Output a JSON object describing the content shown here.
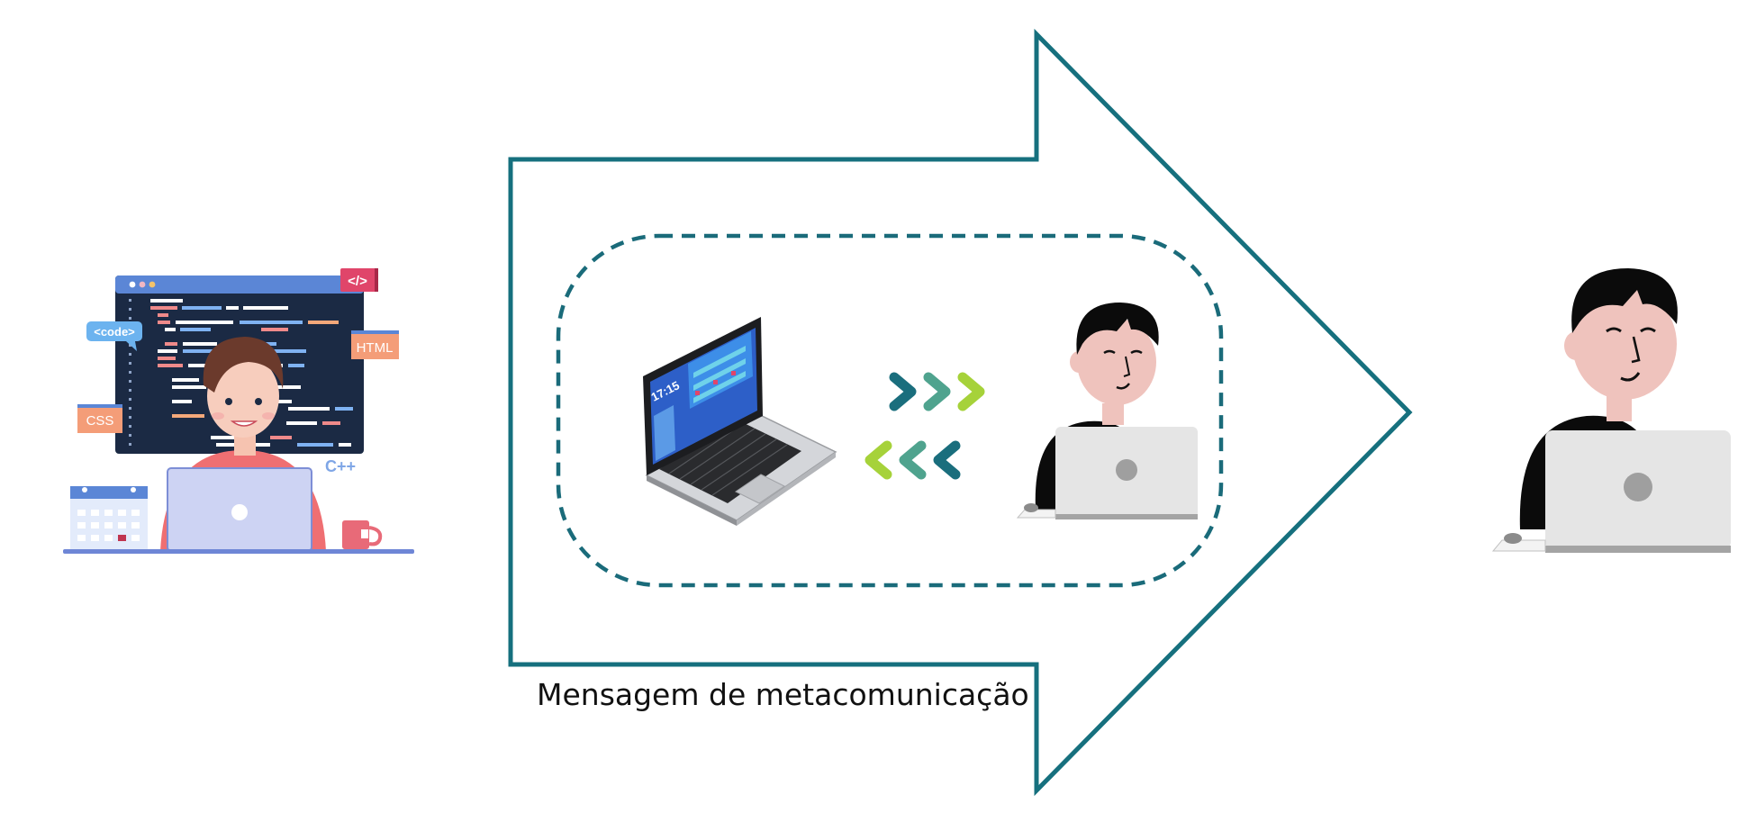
{
  "caption": "Mensagem de metacomunicação",
  "developer_scene": {
    "code_tag": "<code>",
    "html_tag": "HTML",
    "css_tag": "CSS",
    "cpp_tag": "C++",
    "closing_tag": "</>"
  },
  "laptop_screen": {
    "clock": "17:15"
  },
  "colors": {
    "arrow_outline": "#16707e",
    "dashed_boundary": "#1a6b7a",
    "chevron_dark": "#1a6e7d",
    "chevron_mid": "#4fa38e",
    "chevron_light": "#a6d23a",
    "code_panel": "#1b2a44",
    "laptop_lavender": "#cdd3f3",
    "shirt_pink": "#ef6f72",
    "html_badge": "#f49d78",
    "tag_red": "#e0456a"
  },
  "icons": [
    "developer-illustration",
    "laptop-icon",
    "send-arrows-icon",
    "receive-arrows-icon",
    "user-at-laptop-icon",
    "user-at-laptop-icon"
  ]
}
